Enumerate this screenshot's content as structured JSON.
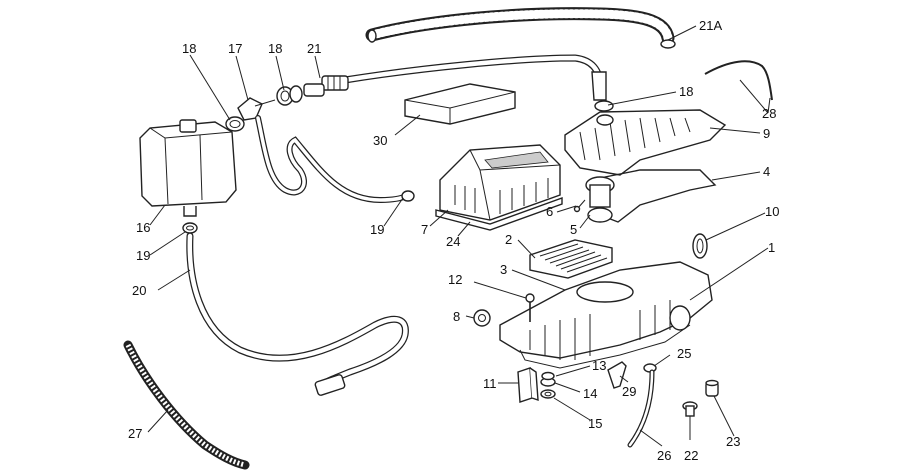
{
  "diagram": {
    "labels": [
      {
        "id": "21A",
        "text": "21A"
      },
      {
        "id": "18a",
        "text": "18"
      },
      {
        "id": "17",
        "text": "17"
      },
      {
        "id": "18b",
        "text": "18"
      },
      {
        "id": "21",
        "text": "21"
      },
      {
        "id": "18c",
        "text": "18"
      },
      {
        "id": "28",
        "text": "28"
      },
      {
        "id": "9",
        "text": "9"
      },
      {
        "id": "30",
        "text": "30"
      },
      {
        "id": "4",
        "text": "4"
      },
      {
        "id": "16",
        "text": "16"
      },
      {
        "id": "19a",
        "text": "19"
      },
      {
        "id": "19b",
        "text": "19"
      },
      {
        "id": "6",
        "text": "6"
      },
      {
        "id": "7",
        "text": "7"
      },
      {
        "id": "24",
        "text": "24"
      },
      {
        "id": "5",
        "text": "5"
      },
      {
        "id": "10",
        "text": "10"
      },
      {
        "id": "2",
        "text": "2"
      },
      {
        "id": "1",
        "text": "1"
      },
      {
        "id": "20",
        "text": "20"
      },
      {
        "id": "3",
        "text": "3"
      },
      {
        "id": "12",
        "text": "12"
      },
      {
        "id": "8",
        "text": "8"
      },
      {
        "id": "13",
        "text": "13"
      },
      {
        "id": "25",
        "text": "25"
      },
      {
        "id": "11",
        "text": "11"
      },
      {
        "id": "14",
        "text": "14"
      },
      {
        "id": "29",
        "text": "29"
      },
      {
        "id": "15",
        "text": "15"
      },
      {
        "id": "23",
        "text": "23"
      },
      {
        "id": "27",
        "text": "27"
      },
      {
        "id": "22",
        "text": "22"
      },
      {
        "id": "26",
        "text": "26"
      }
    ]
  }
}
